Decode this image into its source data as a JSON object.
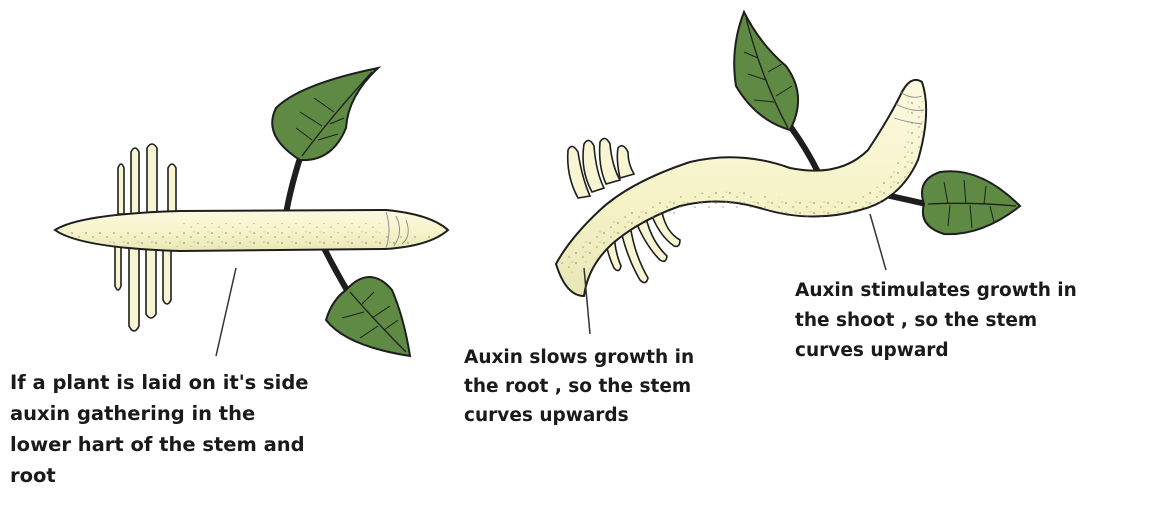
{
  "captions": {
    "left": [
      "If a plant is laid on it's side",
      "auxin  gathering  in the",
      "lower hart of the stem and",
      "root"
    ],
    "root": [
      "Auxin slows growth in",
      "the root , so the stem",
      "curves upwards"
    ],
    "shoot": [
      "Auxin stimulates growth in",
      "the shoot , so the stem",
      "curves upward"
    ]
  },
  "colors": {
    "stem_fill": "#f8f6d2",
    "leaf_fill": "#5f8a44",
    "outline": "#1e1e1e",
    "speckle": "#8a8a7a"
  }
}
